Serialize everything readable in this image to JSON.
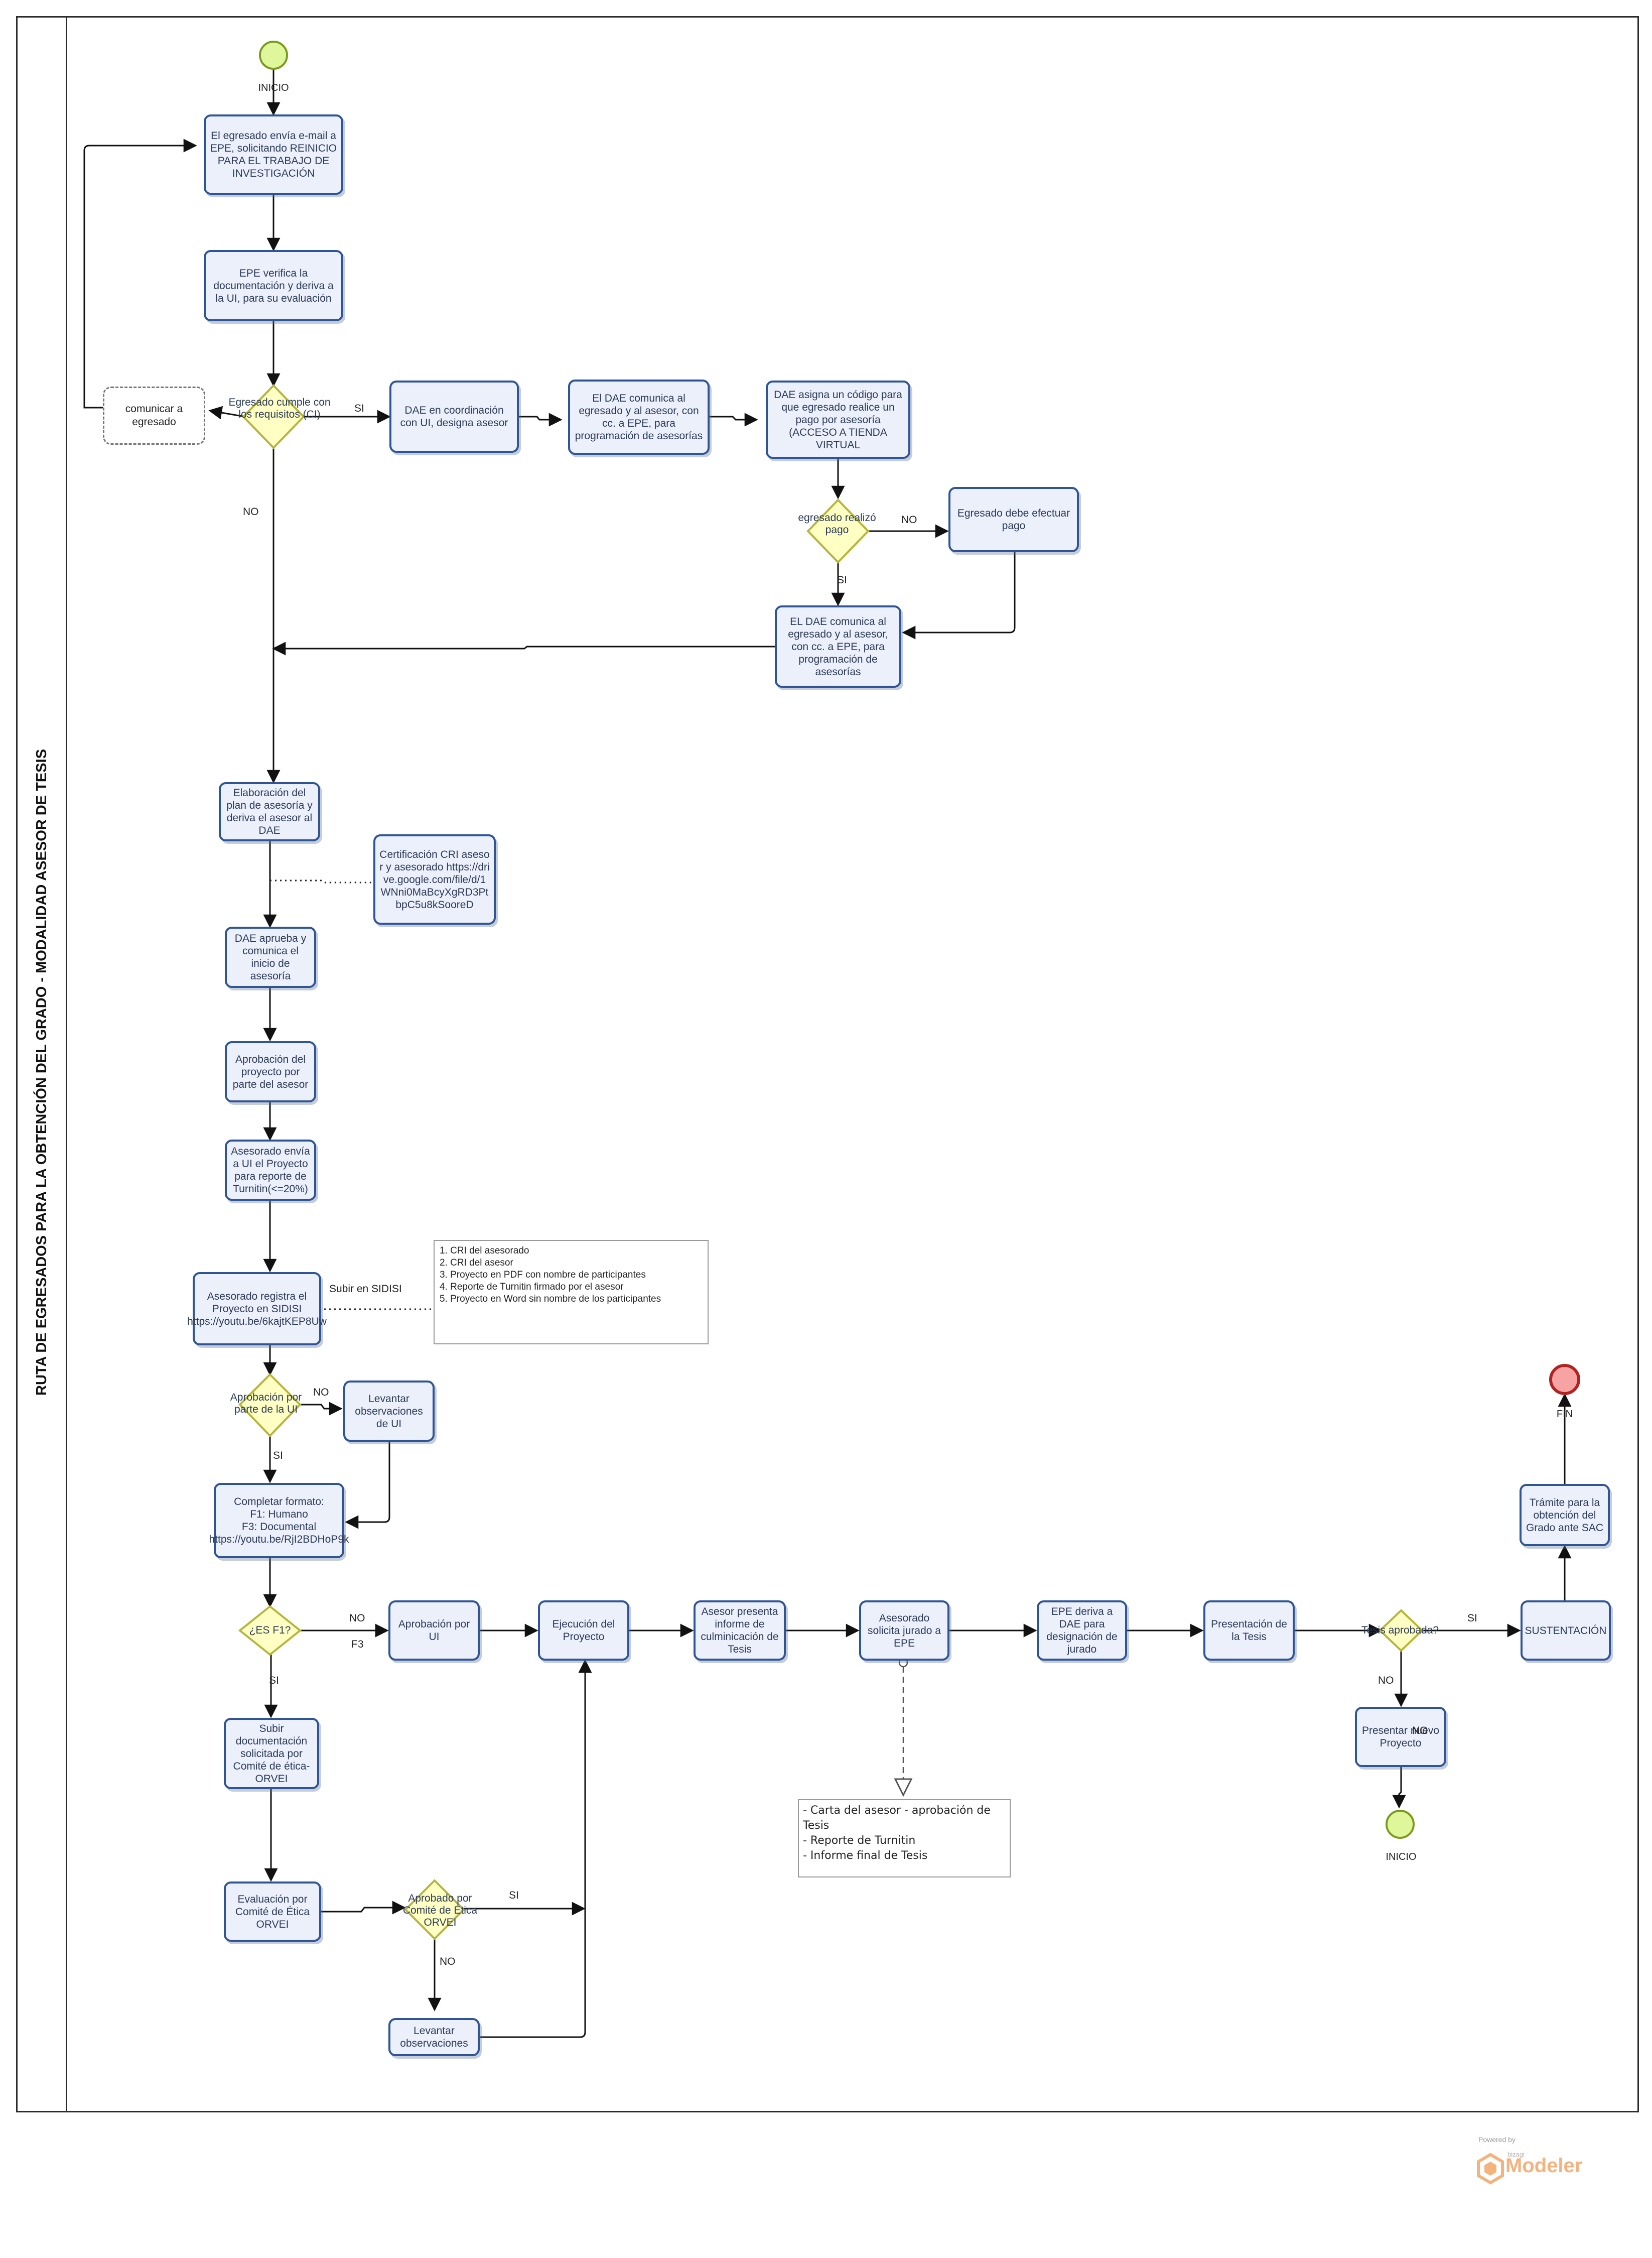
{
  "title": "RUTA DE EGRESADOS PARA LA OBTENCIÓN DEL GRADO - MODALIDAD ASESOR DE TESIS",
  "events": {
    "start": "INICIO",
    "end": "FIN",
    "start2": "INICIO"
  },
  "tasks": {
    "email": "El egresado envía e-mail a EPE, solicitando REINICIO PARA EL TRABAJO DE INVESTIGACIÓN",
    "epe_verifica": "EPE verifica la documentación y deriva a la UI, para su evaluación",
    "comunicar": "comunicar a egresado",
    "dae_coord": "DAE en coordinación con UI, designa asesor",
    "dae_comunica1": "El DAE comunica al egresado y al asesor, con cc. a EPE, para programación de asesorías",
    "dae_codigo": "DAE asigna un código para que egresado realice un pago por asesoría (ACCESO A TIENDA VIRTUAL",
    "debe_pago": "Egresado debe efectuar pago",
    "dae_comunica2": "EL DAE comunica al egresado y al asesor, con cc. a EPE, para programación de asesorías",
    "plan": "Elaboración del plan de asesoría y deriva el asesor al DAE",
    "cert": "Certificación CRI asesor y asesorado https://drive.google.com/file/d/1WNni0MaBcyXgRD3PtbpC5u8kSooreD",
    "dae_aprueba": "DAE aprueba y comunica el inicio de asesoría",
    "aprob_proy": "Aprobación del proyecto por parte del asesor",
    "envia_ui": "Asesorado envía a UI el Proyecto para reporte de Turnitin(<=20%)",
    "sidisi": "Asesorado registra el Proyecto en SIDISI https://youtu.be/6kajtKEP8Uw",
    "levantar_ui": "Levantar observaciones de UI",
    "formato": "Completar formato:\nF1: Humano\nF3: Documental\nhttps://youtu.be/RjI2BDHoP9k",
    "aprob_ui": "Aprobación por UI",
    "ejecucion": "Ejecución del Proyecto",
    "informe": "Asesor presenta informe de culminicación de Tesis",
    "solicita_jurado": "Asesorado solicita jurado a EPE",
    "epe_deriva": "EPE deriva a DAE para designación de jurado",
    "presentacion": "Presentación de la Tesis",
    "sustentacion": "SUSTENTACIÓN",
    "tramite": "Trámite para la obtención del Grado ante SAC",
    "nuevo_proy": "Presentar nuevo Proyecto",
    "subir_doc": "Subir documentación solicitada por Comité de ética- ORVEI",
    "eval_etica": "Evaluación por Comité de Ética ORVEI",
    "levantar_obs": "Levantar observaciones"
  },
  "gateways": {
    "requisitos": "Egresado cumple con los requisitos (CI)",
    "pago": "egresado realizó pago",
    "aprob_ui": "Aprobación por parte de la UI",
    "esf1": "¿ES F1?",
    "aprobado_etica": "Aprobado por Comité de Ética ORVEI",
    "tesis_aprobada": "Tesis aprobada?"
  },
  "labels": {
    "si_req": "SI",
    "no_req": "NO",
    "no_pago": "NO",
    "si_pago": "SI",
    "subir_sidisi": "Subir en SIDISI",
    "no_ui": "NO",
    "si_ui": "SI",
    "no_f1": "NO",
    "f3": "F3",
    "si_f1": "SI",
    "si_etica": "SI",
    "no_etica": "NO",
    "si_tesis": "SI",
    "no_tesis": "NO",
    "no_overlap": "NO"
  },
  "notes": {
    "requisitos_list": "1. CRI del asesorado\n2. CRI del asesor\n3. Proyecto en PDF con nombre de participantes\n4. Reporte de Turnitin firmado por el asesor\n5. Proyecto en Word sin nombre de los participantes",
    "jurado_list": "- Carta del asesor - aprobación de Tesis\n- Reporte de Turnitin\n- Informe final de Tesis"
  },
  "brand": {
    "powered": "Powered by",
    "bizagi": "bizagi",
    "modeler": "Modeler"
  },
  "colors": {
    "task_fill": "#ecf0fb",
    "task_border": "#2f5597",
    "gateway_fill": "#ffffc4",
    "gateway_border": "#b5b53a",
    "start_fill": "#dff79a",
    "end_fill": "#f5a3a3"
  }
}
